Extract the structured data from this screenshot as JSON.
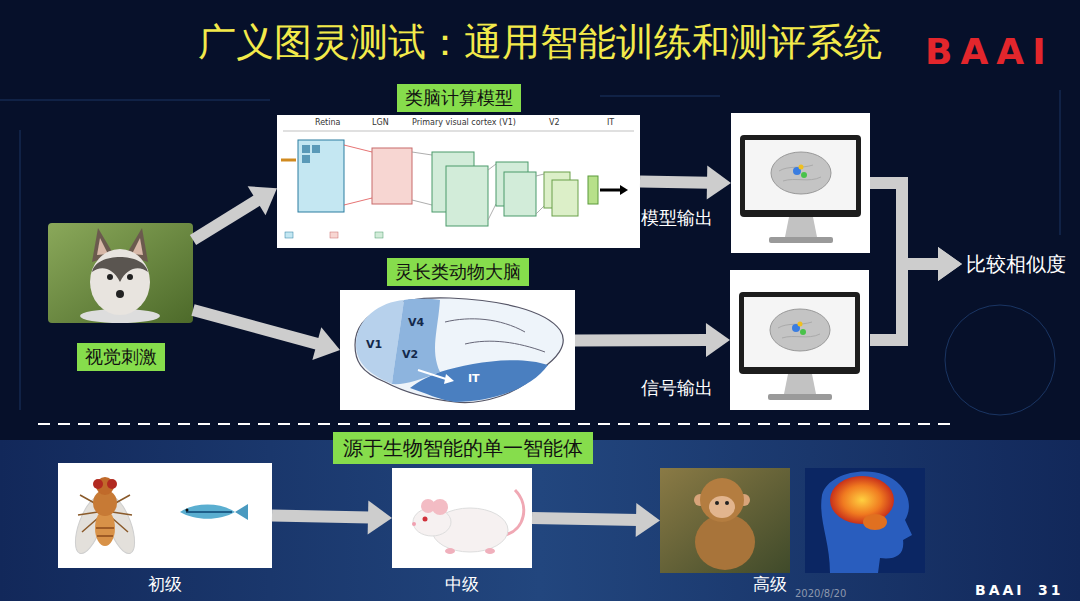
{
  "diagram": {
    "title": "广义图灵测试：通用智能训练和测评系统",
    "nodes": [
      {
        "text": [
          "视觉刺激"
        ]
      },
      {
        "text": [
          "类脑计算模型"
        ]
      },
      {
        "text": [
          "灵长类动物大脑"
        ]
      },
      {
        "text": [
          "模型输出"
        ]
      },
      {
        "text": [
          "信号输出"
        ]
      },
      {
        "text": [
          "比较相似度"
        ]
      },
      {
        "text": [
          "初级"
        ]
      },
      {
        "text": [
          "中级"
        ]
      },
      {
        "text": [
          "高级"
        ]
      }
    ],
    "edges": [
      {
        "from": 0,
        "to": 1,
        "arrow": "to"
      },
      {
        "from": 0,
        "to": 2,
        "arrow": "to"
      },
      {
        "from": 1,
        "to": 3,
        "arrow": "to"
      },
      {
        "from": 2,
        "to": 4,
        "arrow": "to"
      },
      {
        "from": 3,
        "to": 5,
        "arrow": "to"
      },
      {
        "from": 4,
        "to": 5,
        "arrow": "to"
      },
      {
        "from": 6,
        "to": 7,
        "arrow": "to"
      },
      {
        "from": 7,
        "to": 8,
        "arrow": "to"
      }
    ],
    "labels": [
      "BAAI",
      "Retina",
      "LGN",
      "Primary visual cortex (V1)",
      "V2",
      "IT",
      "V1",
      "V4",
      "V2",
      "IT",
      "源于生物智能的单一智能体",
      "2020/8/20",
      "BAAI",
      "31"
    ]
  }
}
